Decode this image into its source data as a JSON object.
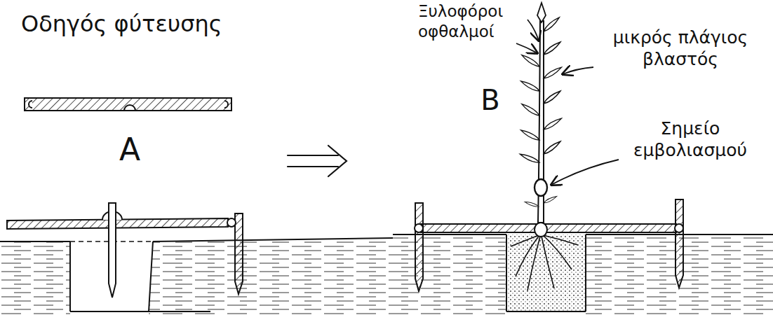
{
  "diagram": {
    "labels": [
      "Οδηγός φύτευσης",
      "A",
      "B",
      "Ξυλοφόροι οφθαλμοί",
      "μικρός πλάγιος βλαστός",
      "Σημείο εμβολιασμού"
    ]
  }
}
